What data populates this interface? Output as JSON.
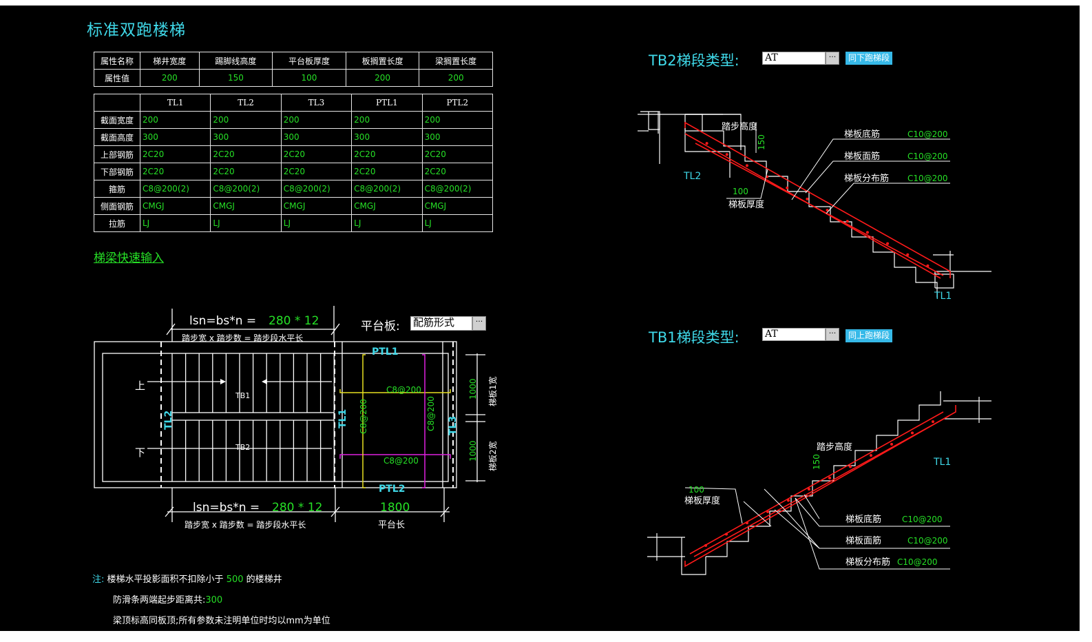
{
  "title": "标准双跑楼梯",
  "attr_table": {
    "headers": [
      "属性名称",
      "梯井宽度",
      "踢脚线高度",
      "平台板厚度",
      "板搁置长度",
      "梁搁置长度"
    ],
    "values": [
      "属性值",
      "200",
      "150",
      "100",
      "200",
      "200"
    ]
  },
  "beam_table": {
    "columns": [
      "",
      "TL1",
      "TL2",
      "TL3",
      "PTL1",
      "PTL2"
    ],
    "rows": [
      {
        "label": "截面宽度",
        "values": [
          "200",
          "200",
          "200",
          "200",
          "200"
        ]
      },
      {
        "label": "截面高度",
        "values": [
          "300",
          "300",
          "300",
          "300",
          "300"
        ]
      },
      {
        "label": "上部钢筋",
        "values": [
          "2C20",
          "2C20",
          "2C20",
          "2C20",
          "2C20"
        ]
      },
      {
        "label": "下部钢筋",
        "values": [
          "2C20",
          "2C20",
          "2C20",
          "2C20",
          "2C20"
        ]
      },
      {
        "label": "箍筋",
        "values": [
          "C8@200(2)",
          "C8@200(2)",
          "C8@200(2)",
          "C8@200(2)",
          "C8@200(2)"
        ]
      },
      {
        "label": "侧面钢筋",
        "values": [
          "CMGJ",
          "CMGJ",
          "CMGJ",
          "CMGJ",
          "CMGJ"
        ]
      },
      {
        "label": "拉筋",
        "values": [
          "LJ",
          "LJ",
          "LJ",
          "LJ",
          "LJ"
        ]
      }
    ]
  },
  "quick_input_link": "梯梁快速输入",
  "plan": {
    "top_formula": "lsn=bs*n = ",
    "top_formula_value": "280 * 12",
    "top_formula_desc": "踏步宽 x 踏步数 = 踏步段水平长",
    "bottom_formula": "lsn=bs*n = ",
    "bottom_formula_value": "280 * 12",
    "bottom_formula_desc": "踏步宽 x 踏步数 = 踏步段水平长",
    "platform_length_value": "1800",
    "platform_length_label": "平台长",
    "platform_board_label": "平台板:",
    "platform_board_value": "配筋形式",
    "up_label": "上",
    "down_label": "下",
    "tb1": "TB1",
    "tb2": "TB2",
    "tl2": "TL2",
    "tl1": "TL1",
    "tl3": "TL3",
    "ptl1": "PTL1",
    "ptl2": "PTL2",
    "rebar_h1": "C8@200",
    "rebar_h2": "C8@200",
    "rebar_v1": "C8@200",
    "rebar_v2": "C8@200",
    "width1_value": "1000",
    "width1_label": "梯板1宽",
    "width2_value": "1000",
    "width2_label": "梯板2宽"
  },
  "tb2": {
    "label": "TB2梯段类型:",
    "type_value": "AT",
    "button": "同下跑梯段",
    "step_height_label": "踏步高度",
    "step_height_value": "150",
    "thickness_value": "100",
    "thickness_label": "梯板厚度",
    "bottom_bar_label": "梯板底筋",
    "bottom_bar_value": "C10@200",
    "top_bar_label": "梯板面筋",
    "top_bar_value": "C10@200",
    "dist_bar_label": "梯板分布筋",
    "dist_bar_value": "C10@200",
    "beam_left": "TL2",
    "beam_right": "TL1"
  },
  "tb1": {
    "label": "TB1梯段类型:",
    "type_value": "AT",
    "button": "同上跑梯段",
    "step_height_label": "踏步高度",
    "step_height_value": "150",
    "thickness_value": "100",
    "thickness_label": "梯板厚度",
    "bottom_bar_label": "梯板底筋",
    "bottom_bar_value": "C10@200",
    "top_bar_label": "梯板面筋",
    "top_bar_value": "C10@200",
    "dist_bar_label": "梯板分布筋",
    "dist_bar_value": "C10@200",
    "beam_right": "TL1"
  },
  "notes": {
    "prefix": "注:",
    "line1_a": "楼梯水平投影面积不扣除小于",
    "line1_value": "500",
    "line1_b": "的楼梯井",
    "line2_a": "防滑条两端起步距离共:",
    "line2_value": "300",
    "line3": "梁顶标高同板顶;所有参数未注明单位时均以mm为单位"
  },
  "colors": {
    "background": "#000000",
    "cyan": "#3fd8e8",
    "green": "#26e026",
    "rebar_red": "#ff1a1a",
    "yellow": "#e8e020",
    "magenta": "#e020e0",
    "button_blue": "#36b9e8"
  }
}
